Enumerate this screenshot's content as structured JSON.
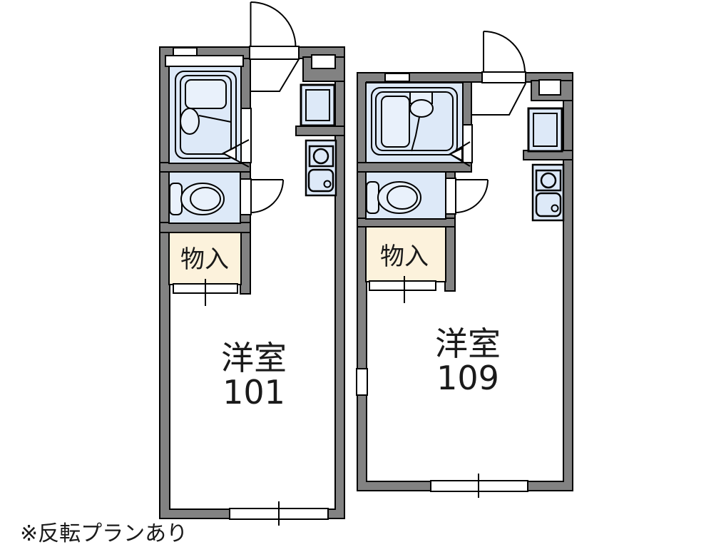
{
  "note": "※反転プランあり",
  "colors": {
    "wall_gray": "#828282",
    "fixture_blue": "#dde9f8",
    "fixture_blue_light": "#e9f1fb",
    "storage_cream": "#fcf2dc",
    "line_black": "#000000",
    "background_white": "#ffffff"
  },
  "units": [
    {
      "room_label": "洋室",
      "room_number": "101",
      "storage_label": "物入",
      "fixtures": [
        "entrance-door",
        "unit-bath",
        "bathtub",
        "wash-basin",
        "toilet",
        "storage-closet",
        "stove-burner",
        "kitchen-sink",
        "washing-machine-pan",
        "window"
      ]
    },
    {
      "room_label": "洋室",
      "room_number": "109",
      "storage_label": "物入",
      "fixtures": [
        "entrance-door",
        "unit-bath",
        "bathtub",
        "wash-basin",
        "toilet",
        "storage-closet",
        "stove-burner",
        "kitchen-sink",
        "washing-machine-pan",
        "window"
      ]
    }
  ]
}
